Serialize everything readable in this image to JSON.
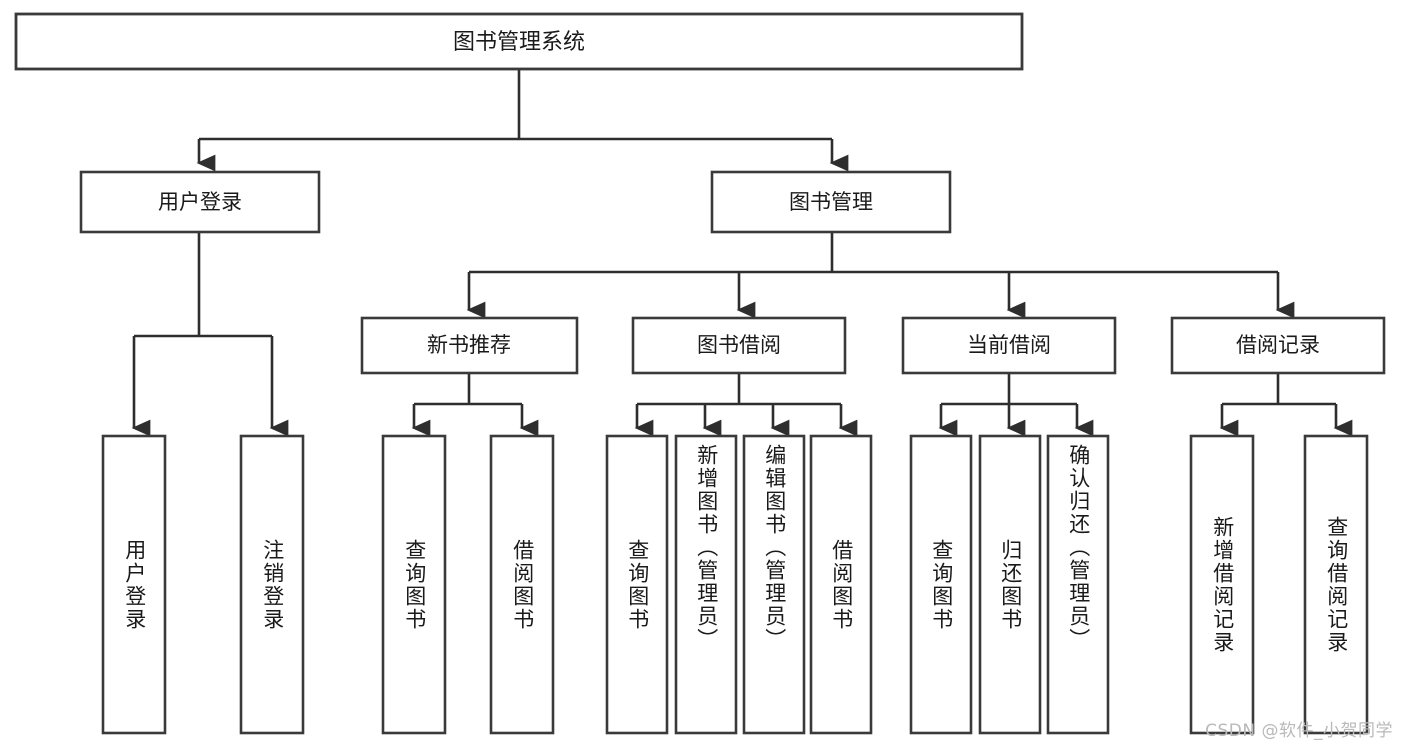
{
  "diagram": {
    "title": "图书管理系统",
    "type": "tree-hierarchy-chart",
    "watermark": "CSDN @软件_小贺同学",
    "colors": {
      "box_stroke": "#3a3a3a",
      "connector": "#2e2e2e",
      "text": "#1a1a1a",
      "background": "#ffffff",
      "watermark": "#b9b9b9"
    },
    "root": {
      "label": "图书管理系统",
      "orientation": "horizontal"
    },
    "level1": [
      {
        "label": "用户登录",
        "orientation": "horizontal"
      },
      {
        "label": "图书管理",
        "orientation": "horizontal"
      }
    ],
    "level2": [
      {
        "label": "新书推荐",
        "orientation": "horizontal",
        "parent": "图书管理"
      },
      {
        "label": "图书借阅",
        "orientation": "horizontal",
        "parent": "图书管理"
      },
      {
        "label": "当前借阅",
        "orientation": "horizontal",
        "parent": "图书管理"
      },
      {
        "label": "借阅记录",
        "orientation": "horizontal",
        "parent": "图书管理"
      }
    ],
    "leaves": {
      "user_login": [
        {
          "label": "用户登录",
          "orientation": "vertical"
        },
        {
          "label": "注销登录",
          "orientation": "vertical"
        }
      ],
      "new_book_recommend": [
        {
          "label": "查询图书",
          "orientation": "vertical"
        },
        {
          "label": "借阅图书",
          "orientation": "vertical"
        }
      ],
      "book_borrow": [
        {
          "label": "查询图书",
          "orientation": "vertical"
        },
        {
          "label": "新增图书（管理员）",
          "orientation": "vertical"
        },
        {
          "label": "编辑图书（管理员）",
          "orientation": "vertical"
        },
        {
          "label": "借阅图书",
          "orientation": "vertical"
        }
      ],
      "current_borrow": [
        {
          "label": "查询图书",
          "orientation": "vertical"
        },
        {
          "label": "归还图书",
          "orientation": "vertical"
        },
        {
          "label": "确认归还（管理员）",
          "orientation": "vertical"
        }
      ],
      "borrow_record": [
        {
          "label": "新增借阅记录",
          "orientation": "vertical"
        },
        {
          "label": "查询借阅记录",
          "orientation": "vertical"
        }
      ]
    }
  }
}
